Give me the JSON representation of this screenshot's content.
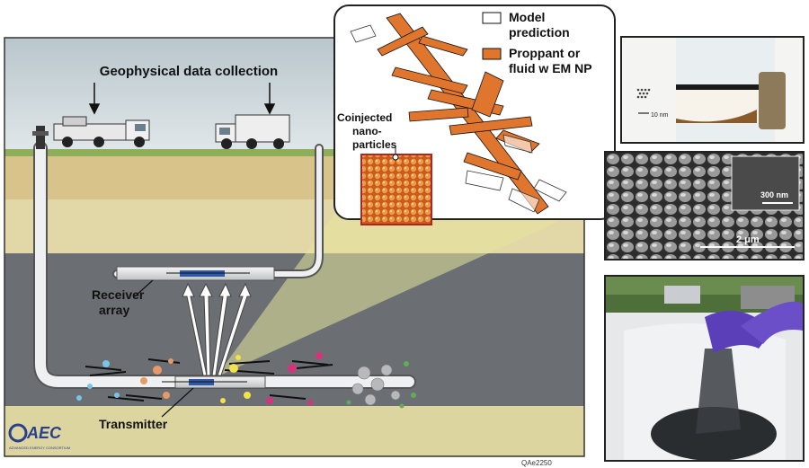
{
  "title": "Geophysical data collection",
  "labels": {
    "receiver": "Receiver",
    "receiver2": "array",
    "transmitter": "Transmitter",
    "coinjected1": "Coinjected",
    "coinjected2": "nano-",
    "coinjected3": "particles"
  },
  "legend": {
    "model1": "Model",
    "model2": "prediction",
    "proppant1": "Proppant or",
    "proppant2": "fluid w EM NP"
  },
  "logo": {
    "text": "AEC",
    "subtext": "ADVANCED ENERGY CONSORTIUM"
  },
  "figure_id": "QAe2250",
  "photos": {
    "scale_10nm": "10 nm",
    "scale_300nm": "300 nm",
    "scale_2um": "2 μm"
  },
  "colors": {
    "proppant": "#e0752d",
    "accent_beam": "#e6e69a",
    "formation_dark": "#6b6f73"
  }
}
